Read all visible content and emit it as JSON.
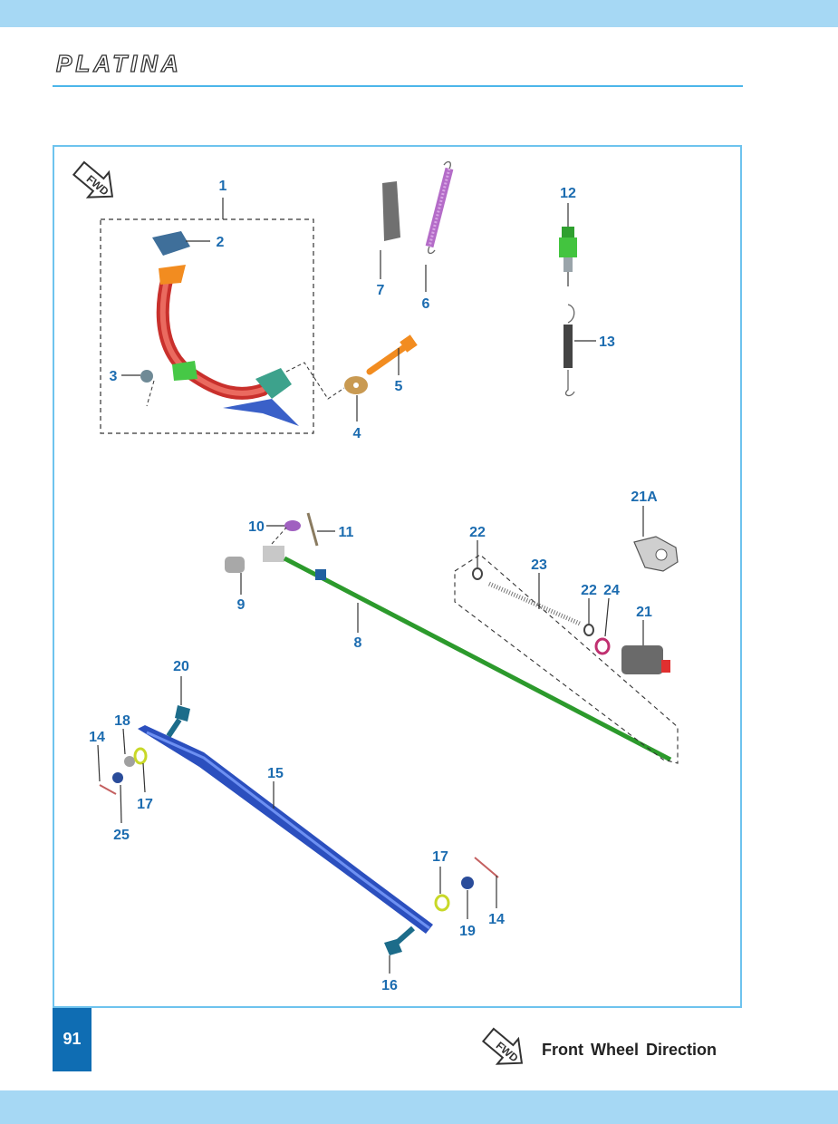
{
  "header": {
    "brand": "PLATINA"
  },
  "page": {
    "number": "91"
  },
  "legend": {
    "fwd_badge": "FWD",
    "label": "Front Wheel Direction"
  },
  "diagram": {
    "fwd_badge": "FWD",
    "callouts": [
      "1",
      "2",
      "3",
      "4",
      "5",
      "6",
      "7",
      "8",
      "9",
      "10",
      "11",
      "12",
      "13",
      "14",
      "15",
      "16",
      "17",
      "18",
      "19",
      "20",
      "21",
      "21A",
      "22",
      "23",
      "24",
      "25"
    ]
  },
  "colors": {
    "band": "#a6d8f4",
    "accent": "#4cb6ea",
    "callout": "#1c6cb0",
    "page_box": "#0f6db3"
  }
}
